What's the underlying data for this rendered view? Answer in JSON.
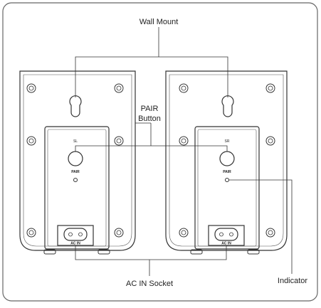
{
  "callouts": {
    "wall_mount": "Wall Mount",
    "pair_line1": "PAIR",
    "pair_line2": "Button",
    "ac_in_socket": "AC IN Socket",
    "indicator": "Indicator"
  },
  "speakers": [
    {
      "channel": "SL",
      "pair_label": "PAIR",
      "ac_label": "AC IN"
    },
    {
      "channel": "SR",
      "pair_label": "PAIR",
      "ac_label": "AC IN"
    }
  ],
  "colors": {
    "line": "#333333",
    "frame": "#666666",
    "background": "#ffffff"
  }
}
